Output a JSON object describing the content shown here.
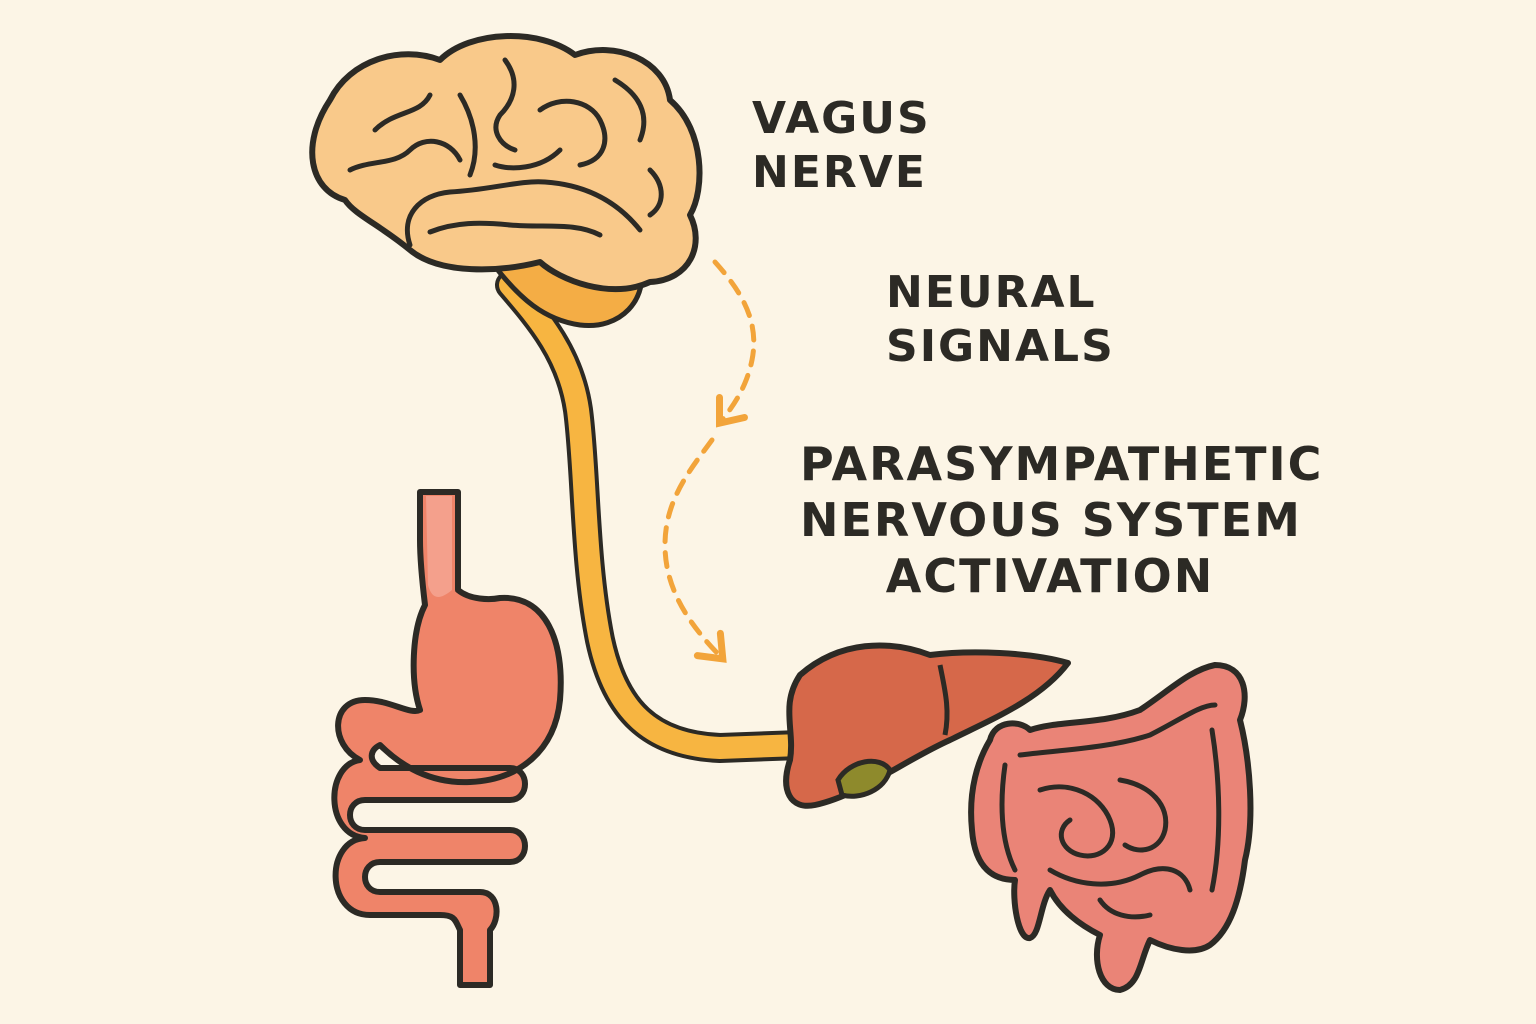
{
  "labels": {
    "vagus_nerve": [
      "VAGUS",
      "NERVE"
    ],
    "neural_signals": [
      "NEURAL",
      "SIGNALS"
    ],
    "parasympathetic": [
      "PARASYMPATHETIC",
      "NERVOUS SYSTEM",
      "ACTIVATION"
    ]
  },
  "colors": {
    "background": "#fcf5e6",
    "outline": "#2c2a25",
    "brain": "#f9c98a",
    "brainstem": "#f4ad45",
    "nerve": "#f7b541",
    "signal_arrow": "#f2a43a",
    "stomach": "#ef8469",
    "liver": "#d6684a",
    "gallbladder": "#8e8a2c",
    "intestines": "#ea8477"
  }
}
